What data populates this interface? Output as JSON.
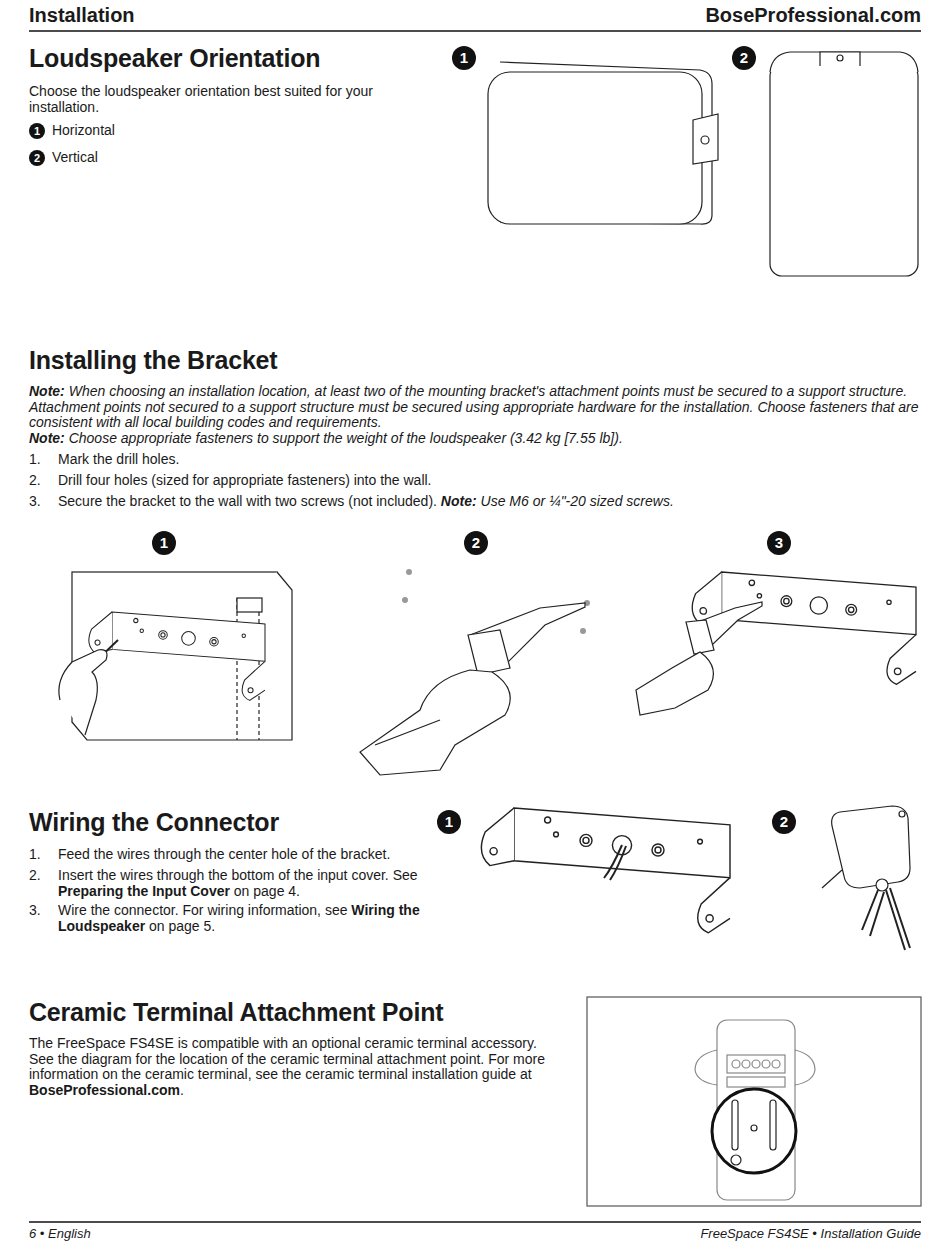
{
  "diagram": {
    "title": "Installation",
    "labels": [
      "BoseProfessional.com",
      "Loudspeaker Orientation",
      "Choose the loudspeaker orientation best suited for your installation.",
      "1",
      "Horizontal",
      "2",
      "Vertical",
      "1",
      "2",
      "Installing the Bracket",
      "Note:",
      "When choosing an installation location, at least two of the mounting bracket's attachment points must be secured to a support structure. Attachment points not secured to a support structure must be secured using appropriate hardware for the installation. Choose fasteners that are consistent with all local building codes and requirements.",
      "Note:",
      "Choose appropriate fasteners to support the weight of the loudspeaker (3.42 kg [7.55 lb]).",
      "1.",
      "Mark the drill holes.",
      "2.",
      "Drill four holes (sized for appropriate fasteners) into the wall.",
      "3.",
      "Secure the bracket to the wall with two screws (not included).",
      "Note:",
      "Use M6 or ¼\"-20 sized screws.",
      "1",
      "2",
      "3",
      "Wiring the Connector",
      "1.",
      "Feed the wires through the center hole of the bracket.",
      "2.",
      "Insert the wires through the bottom of the input cover. See",
      "Preparing the Input Cover",
      "on page 4.",
      "3.",
      "Wire the connector. For wiring information, see",
      "Wiring the Loudspeaker",
      "on page 5.",
      "1",
      "2",
      "Ceramic Terminal Attachment Point",
      "The FreeSpace FS4SE is compatible with an optional ceramic terminal accessory. See the diagram for the location of the ceramic terminal attachment point. For more information on the ceramic terminal, see the ceramic terminal installation guide at",
      "BoseProfessional.com",
      ".",
      "6 • English",
      "FreeSpace FS4SE • Installation Guide"
    ]
  }
}
